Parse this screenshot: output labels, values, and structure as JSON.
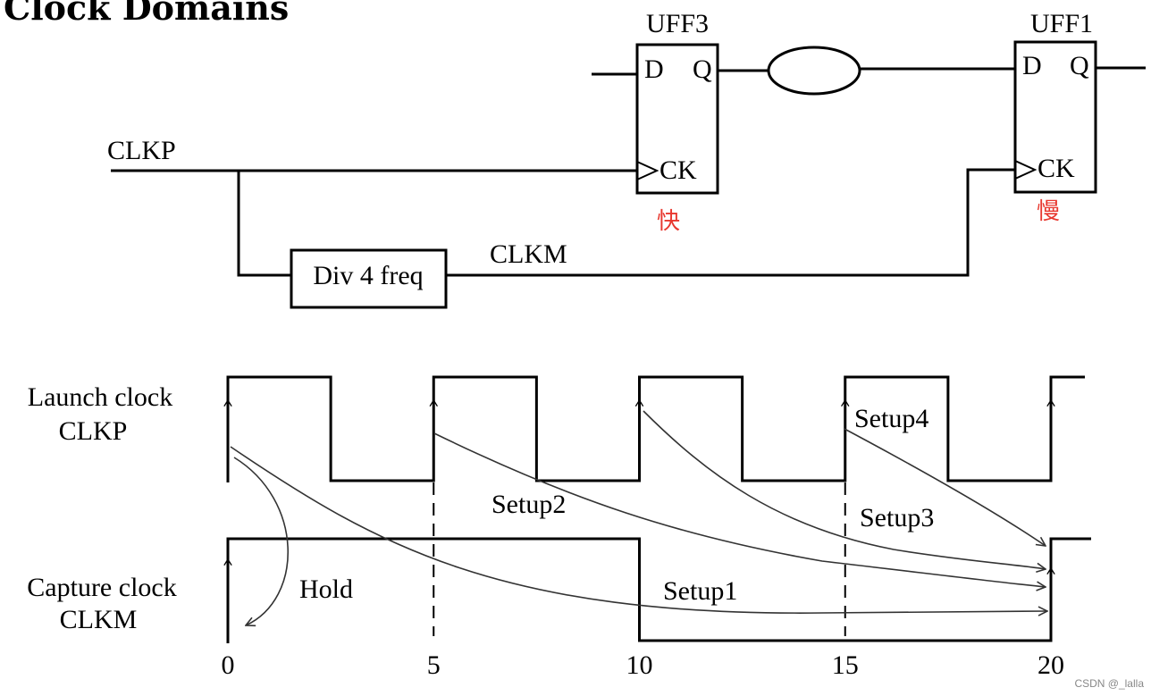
{
  "title": "Clock Domains",
  "circuit": {
    "flops": [
      {
        "name": "UFF3",
        "pins": {
          "d": "D",
          "q": "Q",
          "ck": "CK"
        },
        "speed_note": "快"
      },
      {
        "name": "UFF1",
        "pins": {
          "d": "D",
          "q": "Q",
          "ck": "CK"
        },
        "speed_note": "慢"
      }
    ],
    "clkp_label": "CLKP",
    "clkm_label": "CLKM",
    "divider_label": "Div 4 freq"
  },
  "timing": {
    "launch_label_1": "Launch clock",
    "launch_label_2": "CLKP",
    "capture_label_1": "Capture clock",
    "capture_label_2": "CLKM",
    "arrows": [
      {
        "label": "Hold",
        "from_time": 0,
        "to_time": 0
      },
      {
        "label": "Setup1",
        "from_time": 0,
        "to_time": 20
      },
      {
        "label": "Setup2",
        "from_time": 5,
        "to_time": 20
      },
      {
        "label": "Setup3",
        "from_time": 10,
        "to_time": 20
      },
      {
        "label": "Setup4",
        "from_time": 15,
        "to_time": 20
      }
    ],
    "time_ticks": [
      "0",
      "5",
      "10",
      "15",
      "20"
    ],
    "launch_period": 5,
    "capture_period": 20
  },
  "watermark": "CSDN @_lalla",
  "colors": {
    "ink": "#000000",
    "note": "#e8382f",
    "curve": "#333333"
  }
}
